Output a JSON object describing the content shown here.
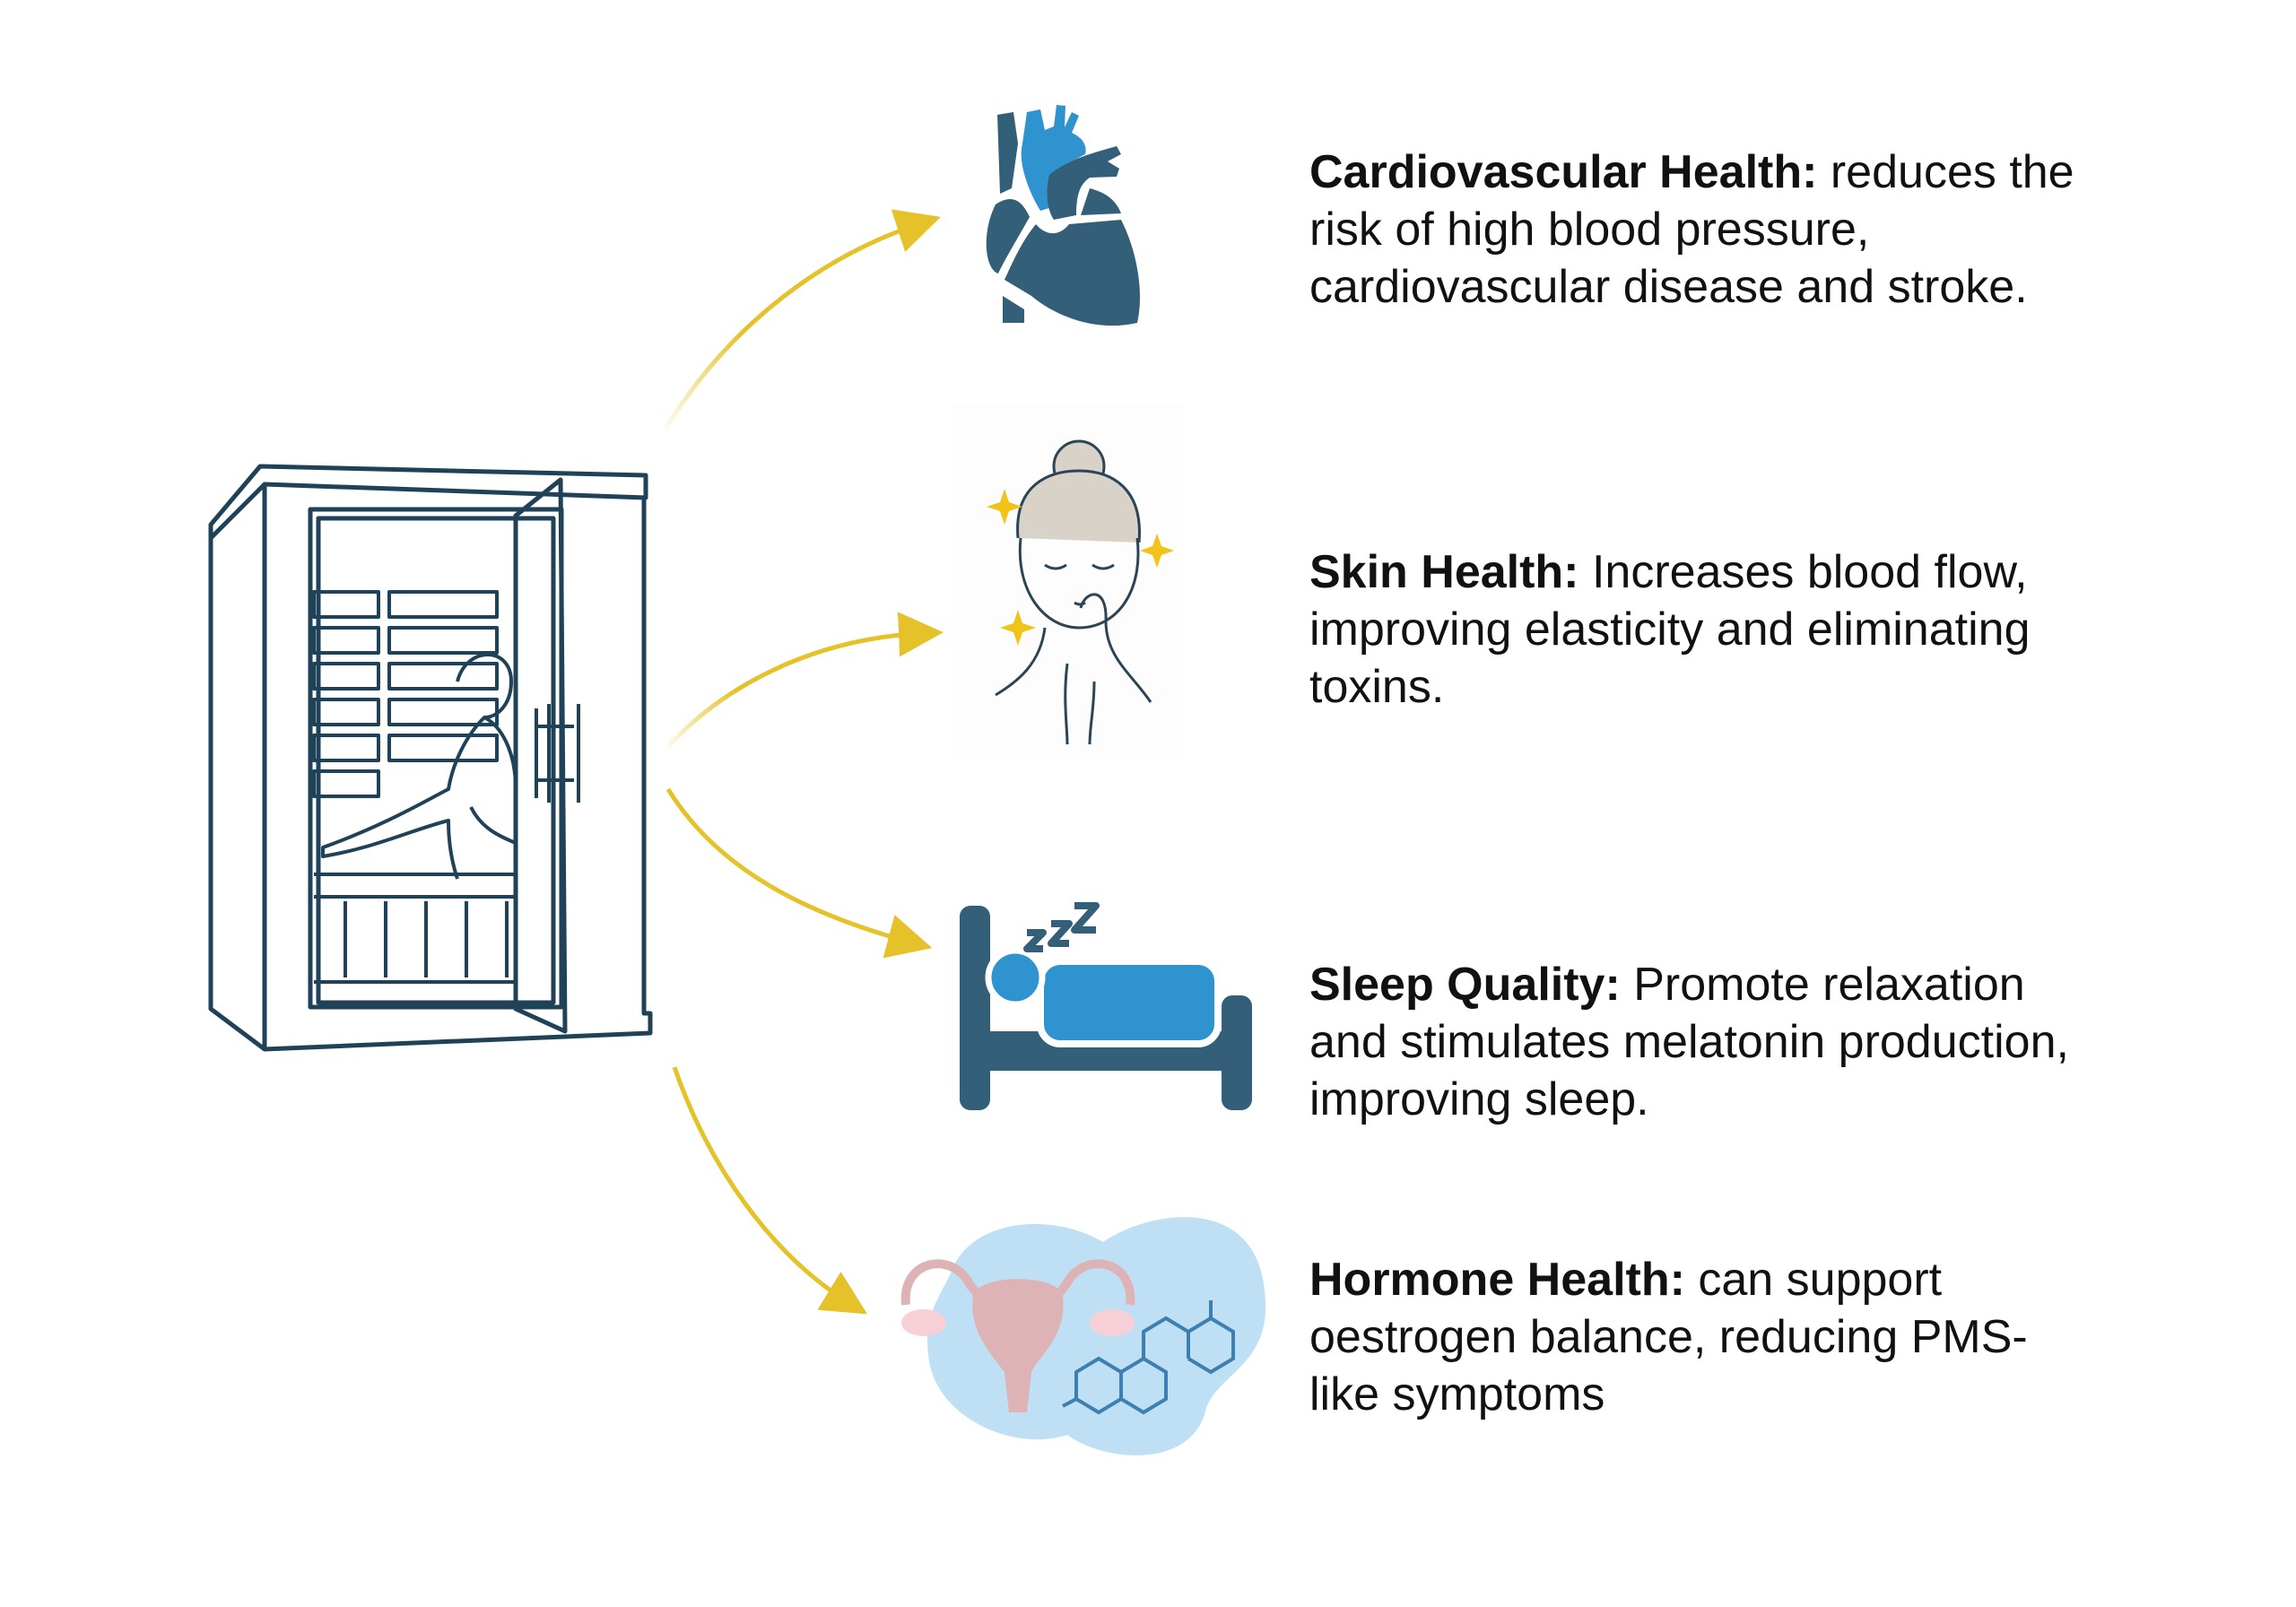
{
  "colors": {
    "navy": "#335f78",
    "blue": "#2f93cf",
    "arrow": "#e5c22a",
    "outline": "#1f4258",
    "sparkle": "#f0c419",
    "uterus": "#deb3b5",
    "blob": "#bfe0f4"
  },
  "source_icon": "infrared-sauna-icon",
  "benefits": [
    {
      "icon": "heart-icon",
      "title": "Cardiovascular Health:",
      "text": " reduces the risk of high blood pressure, cardiovascular disease and stroke."
    },
    {
      "icon": "face-skincare-icon",
      "title": "Skin Health:",
      "text": " Increases blood flow, improving elasticity and eliminating toxins."
    },
    {
      "icon": "sleeping-bed-icon",
      "title": "Sleep Quality:",
      "text": " Promote relaxation and stimulates melatonin production, improving sleep."
    },
    {
      "icon": "hormone-uterus-icon",
      "title": "Hormone Health:",
      "text": " can support oestrogen balance, reducing PMS-like symptoms"
    }
  ]
}
